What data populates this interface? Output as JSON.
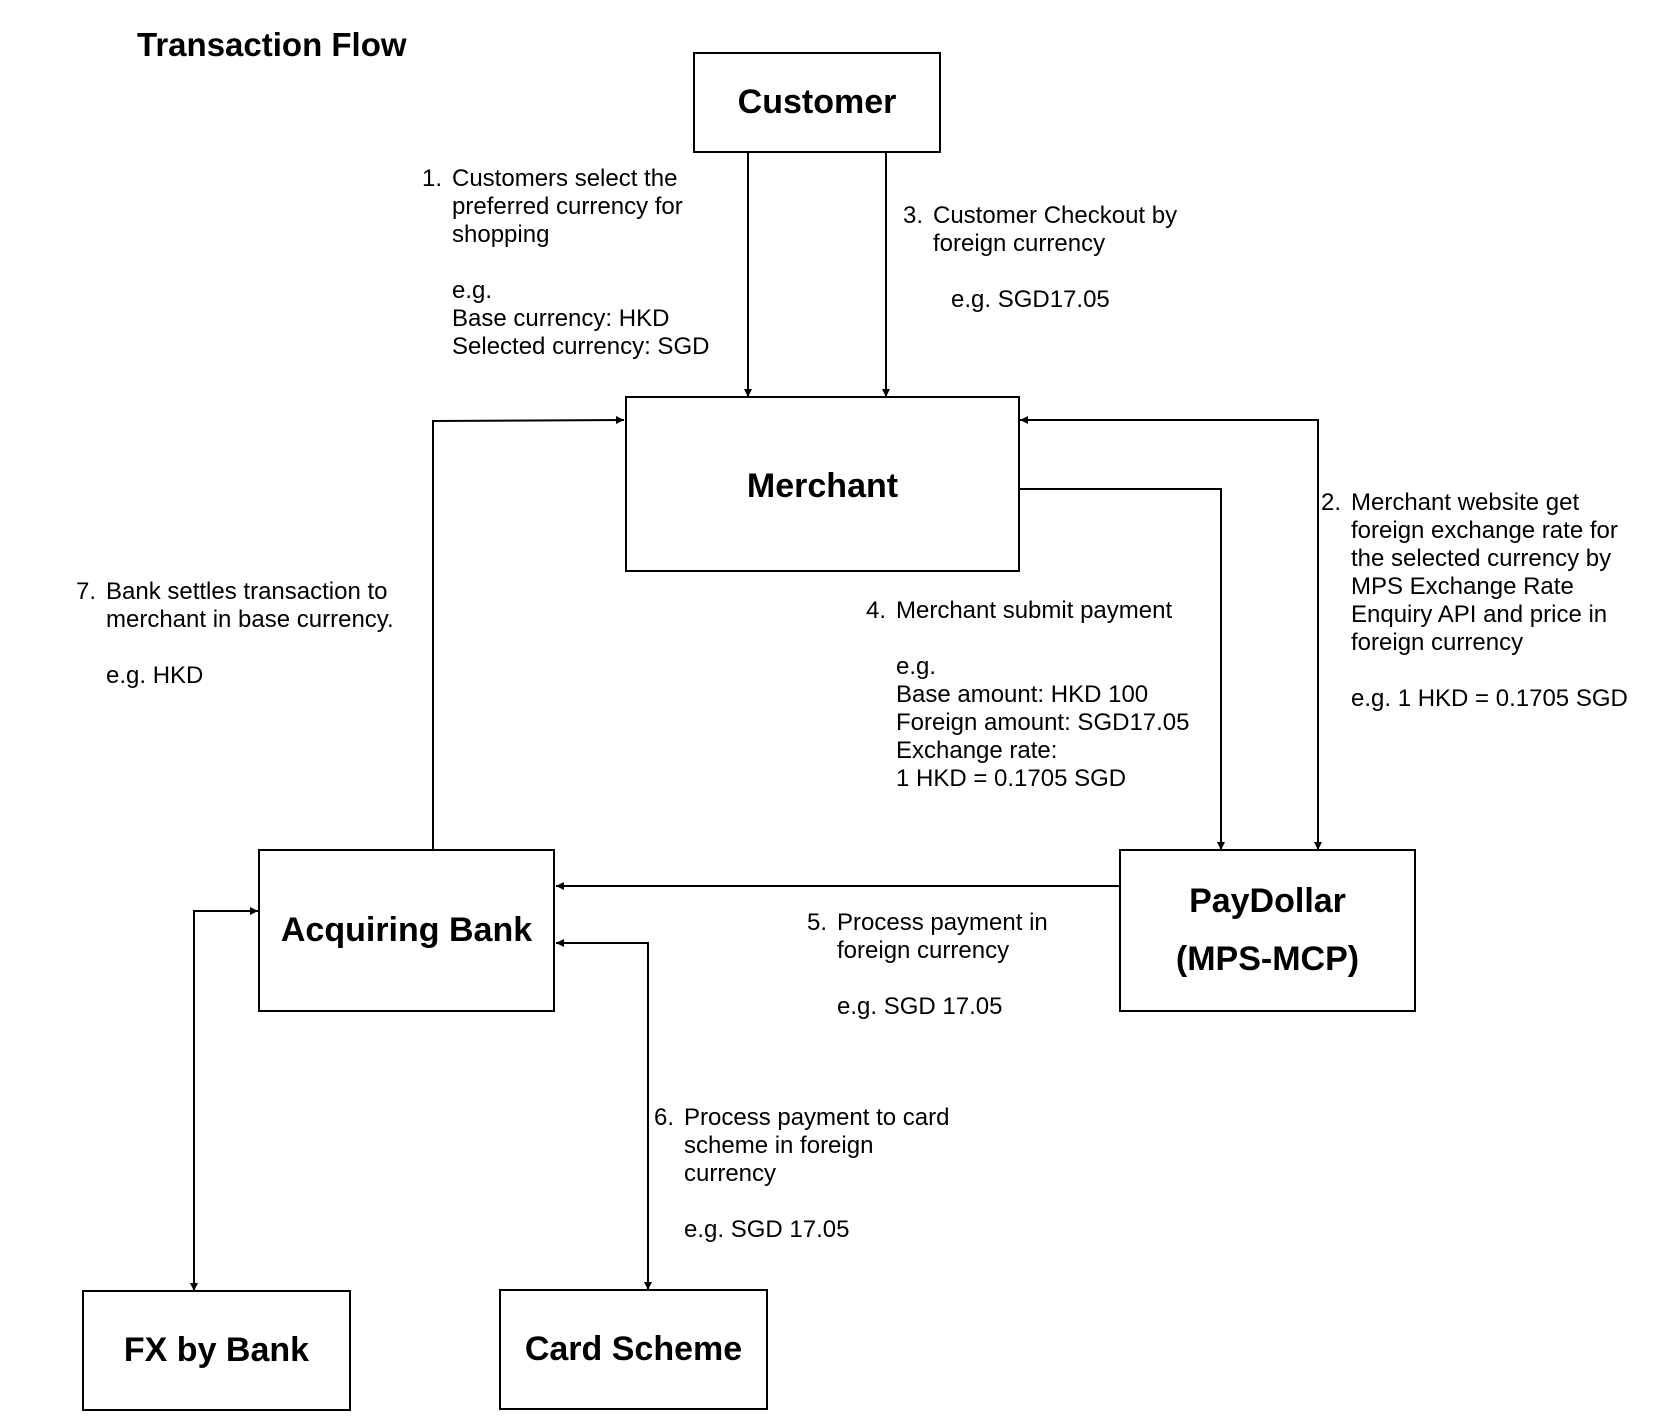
{
  "title": "Transaction Flow",
  "nodes": {
    "customer": "Customer",
    "merchant": "Merchant",
    "acquiring_bank": "Acquiring Bank",
    "paydollar": [
      "PayDollar",
      "(MPS-MCP)"
    ],
    "fx_by_bank": "FX by Bank",
    "card_scheme": "Card Scheme"
  },
  "steps": [
    {
      "number": "1.",
      "text": "Customers select the\npreferred currency for\nshopping",
      "example": "e.g.\nBase currency: HKD\nSelected currency: SGD"
    },
    {
      "number": "2.",
      "text": "Merchant website get\nforeign exchange rate for\nthe selected currency by\nMPS Exchange Rate\nEnquiry API and price in\nforeign currency",
      "example": "e.g. 1 HKD = 0.1705 SGD"
    },
    {
      "number": "3.",
      "text": "Customer Checkout by\nforeign currency",
      "example": "e.g. SGD17.05"
    },
    {
      "number": "4.",
      "text": "Merchant submit payment",
      "example": "e.g.\nBase amount: HKD 100\nForeign amount: SGD17.05\nExchange rate:\n1 HKD = 0.1705 SGD"
    },
    {
      "number": "5.",
      "text": "Process payment in\nforeign currency",
      "example": "e.g. SGD 17.05"
    },
    {
      "number": "6.",
      "text": "Process payment to card\nscheme in foreign\ncurrency",
      "example": "e.g. SGD 17.05"
    },
    {
      "number": "7.",
      "text": "Bank settles transaction to\nmerchant in base currency.",
      "example": "e.g. HKD"
    }
  ]
}
